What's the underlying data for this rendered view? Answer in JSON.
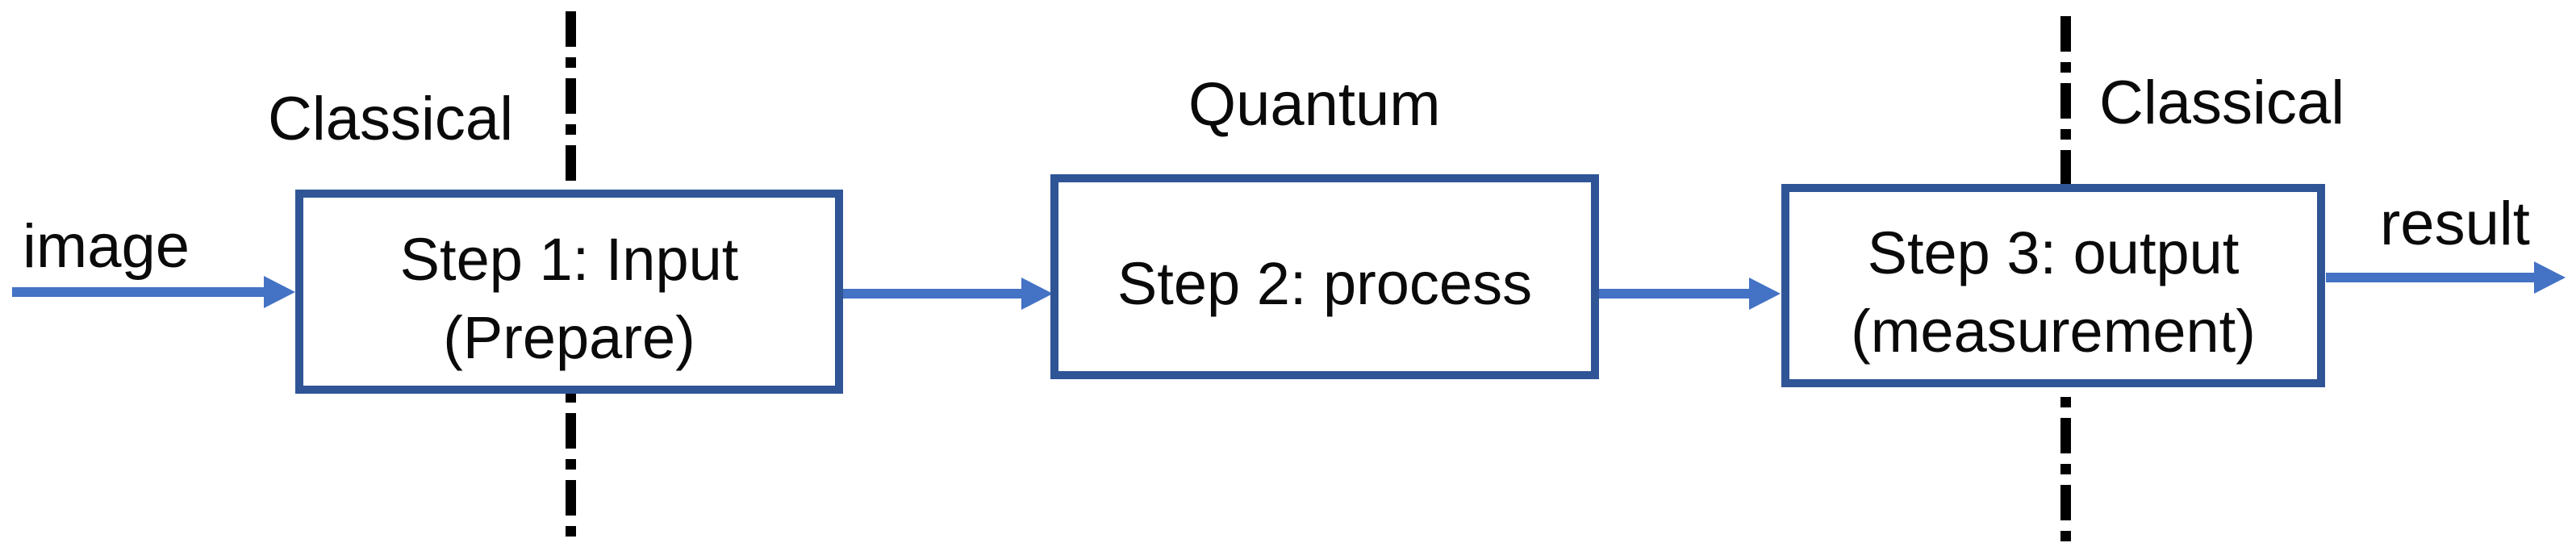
{
  "diagram": {
    "region_labels": {
      "left": "Classical",
      "center": "Quantum",
      "right": "Classical"
    },
    "io_labels": {
      "input": "image",
      "output": "result"
    },
    "boxes": [
      {
        "line1": "Step 1: Input",
        "line2": "(Prepare)"
      },
      {
        "line1": "Step 2: process",
        "line2": ""
      },
      {
        "line1": "Step 3: output",
        "line2": "(measurement)"
      }
    ],
    "colors": {
      "box_border": "#2F5597",
      "arrow": "#4472C4",
      "divider": "#000000",
      "text": "#0a0a0a",
      "background": "#ffffff"
    }
  }
}
